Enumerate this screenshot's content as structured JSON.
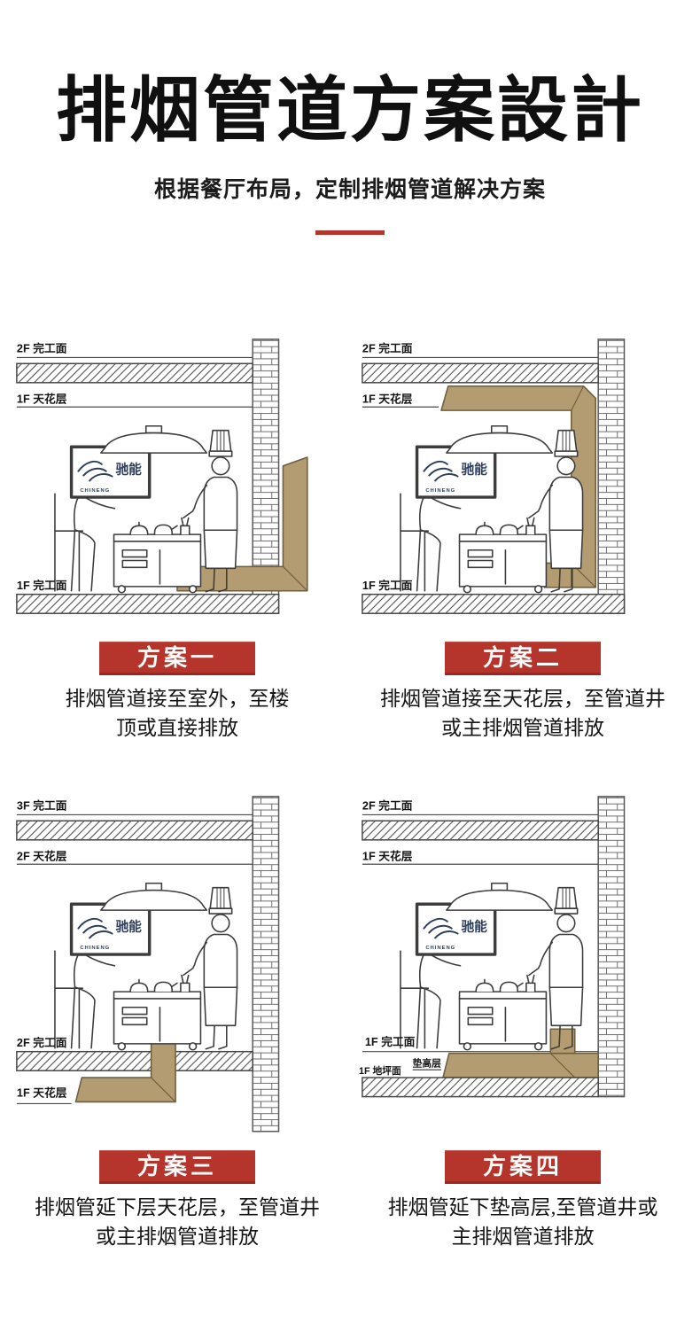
{
  "header": {
    "title": "排烟管道方案設計",
    "subtitle": "根据餐厅布局，定制排烟管道解决方案"
  },
  "brand": {
    "logo_text": "驰能",
    "logo_sub": "CHINENG"
  },
  "colors": {
    "accent_red": "#b5342b",
    "duct_tan": "#b39b72",
    "line_dark": "#3c3c3c"
  },
  "schemes": [
    {
      "banner": "方案一",
      "caption_line1": "排烟管道接至室外，至楼",
      "caption_line2": "顶或直接排放",
      "labels": {
        "top": "2F 完工面",
        "mid": "1F 天花层",
        "floor": "1F 完工面"
      }
    },
    {
      "banner": "方案二",
      "caption_line1": "排烟管道接至天花层，至管道井",
      "caption_line2": "或主排烟管道排放",
      "labels": {
        "top": "2F 完工面",
        "mid": "1F 天花层",
        "floor": "1F 完工面"
      }
    },
    {
      "banner": "方案三",
      "caption_line1": "排烟管延下层天花层，至管道井",
      "caption_line2": "或主排烟管道排放",
      "labels": {
        "top": "3F 完工面",
        "mid": "2F 天花层",
        "floor": "2F 完工面",
        "below": "1F 天花层"
      }
    },
    {
      "banner": "方案四",
      "caption_line1": "排烟管延下垫高层,至管道井或",
      "caption_line2": "主排烟管道排放",
      "labels": {
        "top": "2F 完工面",
        "mid": "1F 天花层",
        "floor": "1F 完工面",
        "raised": "垫高层",
        "ground": "1F 地坪面"
      }
    }
  ]
}
